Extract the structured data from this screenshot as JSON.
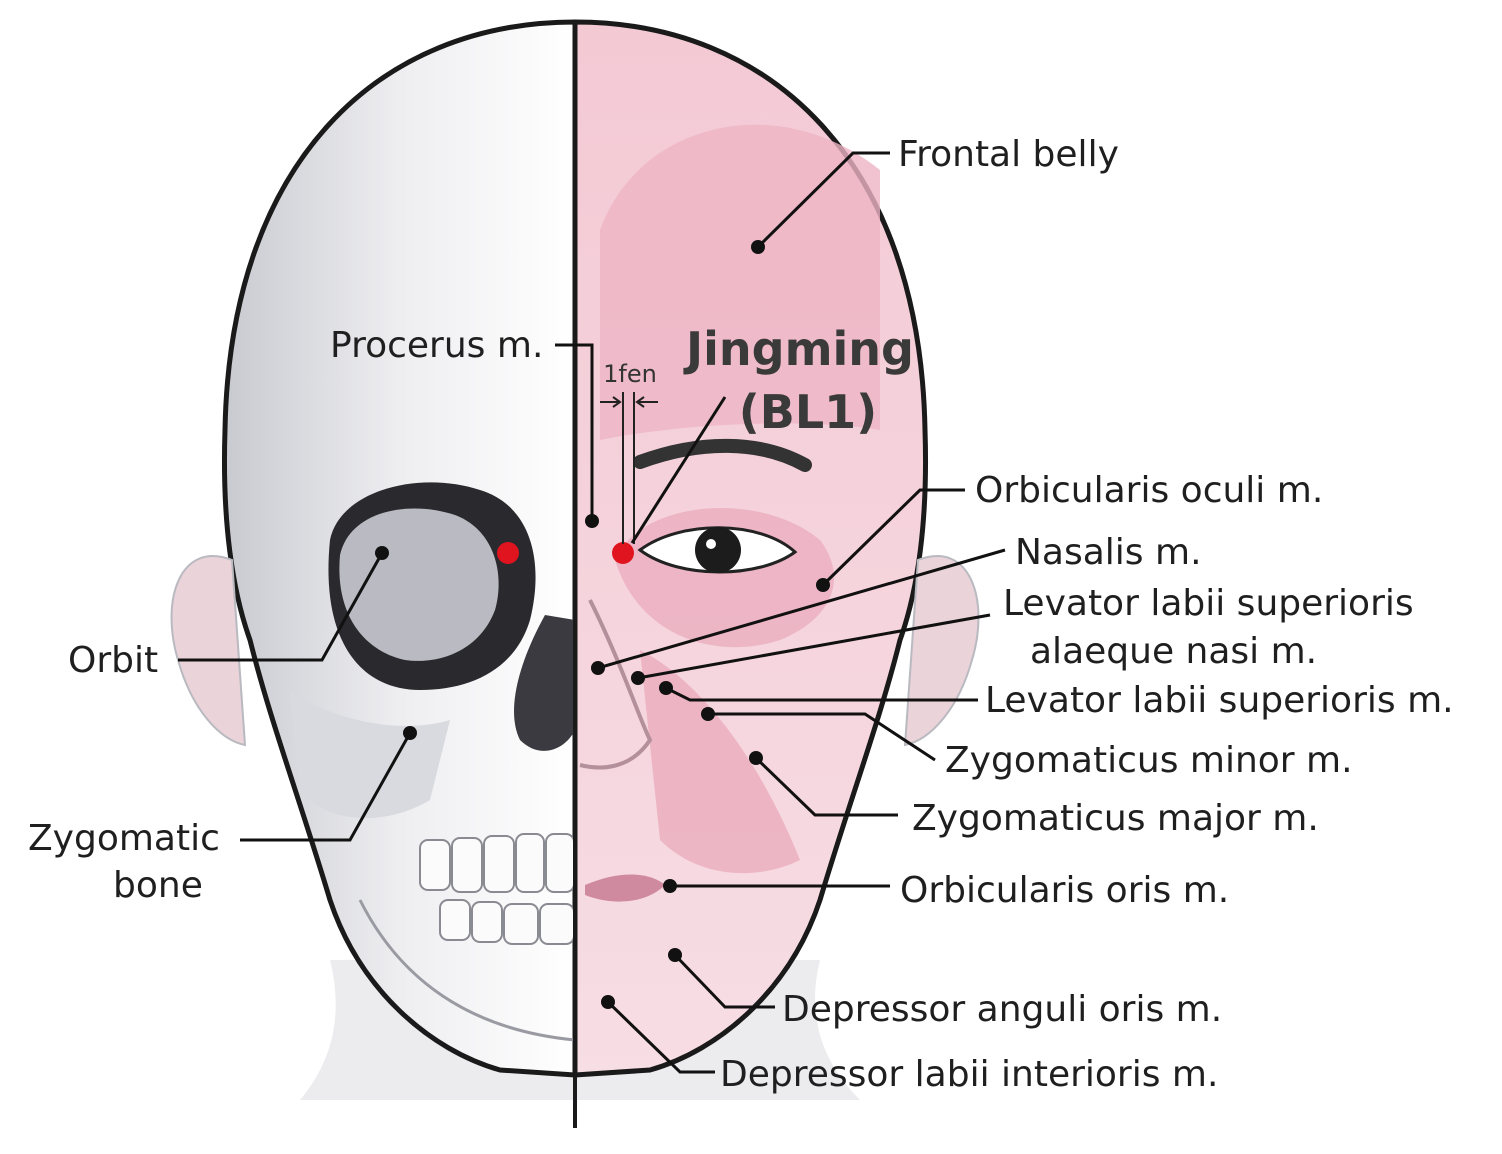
{
  "acupoint": {
    "name": "Jingming",
    "code": "(BL1)",
    "distance": "1fen",
    "marker_color": "#e0141e"
  },
  "labels": {
    "frontal_belly": "Frontal belly",
    "procerus": "Procerus m.",
    "orbicularis_oculi": "Orbicularis oculi m.",
    "nasalis": "Nasalis m.",
    "levator_alaeque_line1": "Levator labii superioris",
    "levator_alaeque_line2": "alaeque nasi m.",
    "levator_superioris": "Levator labii superioris m.",
    "zygomaticus_minor": "Zygomaticus minor m.",
    "zygomaticus_major": "Zygomaticus major m.",
    "orbicularis_oris": "Orbicularis oris m.",
    "depressor_anguli": "Depressor anguli oris m.",
    "depressor_labii": "Depressor labii interioris m.",
    "orbit": "Orbit",
    "zygomatic_line1": "Zygomatic",
    "zygomatic_line2": "bone"
  },
  "colors": {
    "muscle": "#f2c6d2",
    "muscle_dark": "#e59fb3",
    "skull": "#e8e8ec",
    "outline": "#1a1a1a"
  }
}
